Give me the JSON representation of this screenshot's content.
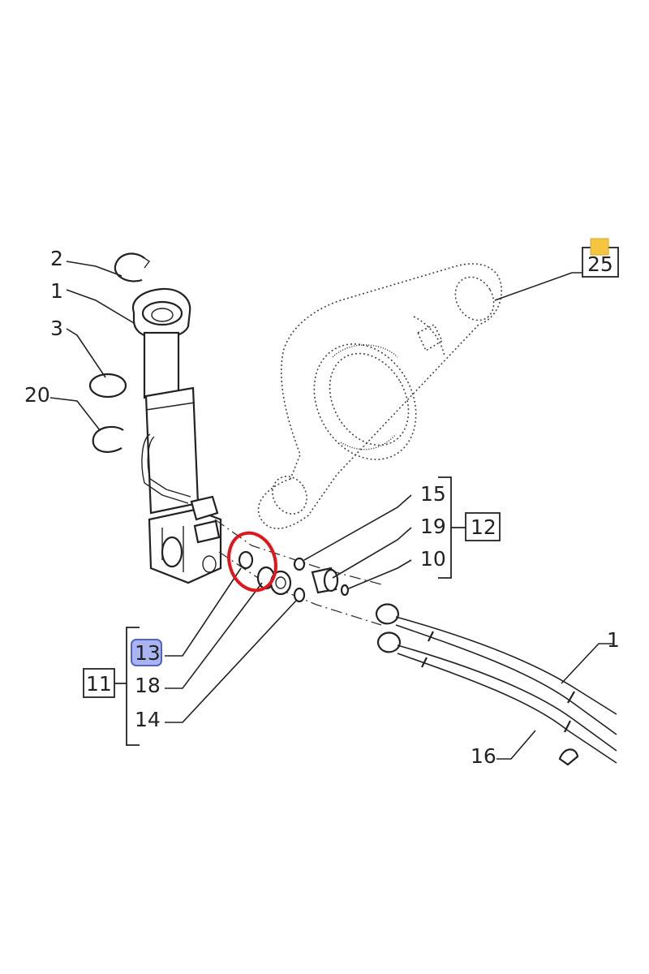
{
  "labels": {
    "l1": "1",
    "l2": "2",
    "l3": "3",
    "l20": "20",
    "l25": "25",
    "l15": "15",
    "l19": "19",
    "l10": "10",
    "l12": "12",
    "l13": "13",
    "l18": "18",
    "l14": "14",
    "l11": "11",
    "l17": "1",
    "l16": "16"
  },
  "colors": {
    "highlight_ring": "#e0161b",
    "highlight_label_fill": "#aab4f0",
    "highlight_label_stroke": "#4f63c8",
    "marker_square": "#f5c542"
  }
}
